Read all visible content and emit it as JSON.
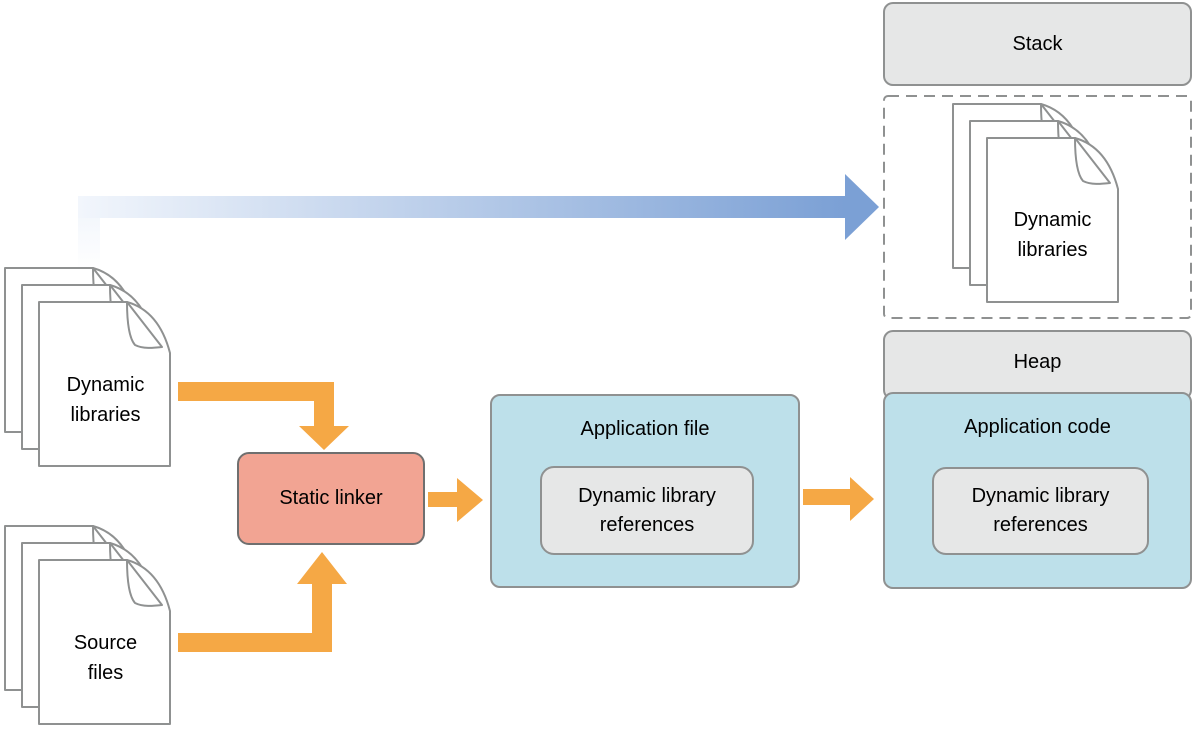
{
  "colors": {
    "box_gray": "#e6e7e7",
    "border_gray": "#8f9191",
    "box_blue": "#bde0ea",
    "box_salmon": "#f2a493",
    "border_dark": "#6f6f6f",
    "arrow_orange": "#f5a845",
    "arrow_blue": "#7ba0d5",
    "arrow_blue_light": "#f2f6fc",
    "text": "#000000"
  },
  "inputs": {
    "dynamic_libraries": {
      "line1": "Dynamic",
      "line2": "libraries"
    },
    "source_files": {
      "line1": "Source",
      "line2": "files"
    }
  },
  "pipeline": {
    "static_linker": {
      "label": "Static linker"
    },
    "application_file": {
      "title": "Application file",
      "inner_label": "Dynamic library references"
    }
  },
  "memory": {
    "stack": {
      "label": "Stack"
    },
    "loaded_libraries": {
      "line1": "Dynamic",
      "line2": "libraries"
    },
    "heap": {
      "label": "Heap"
    },
    "application_code": {
      "title": "Application code",
      "inner_label": "Dynamic library references"
    }
  }
}
